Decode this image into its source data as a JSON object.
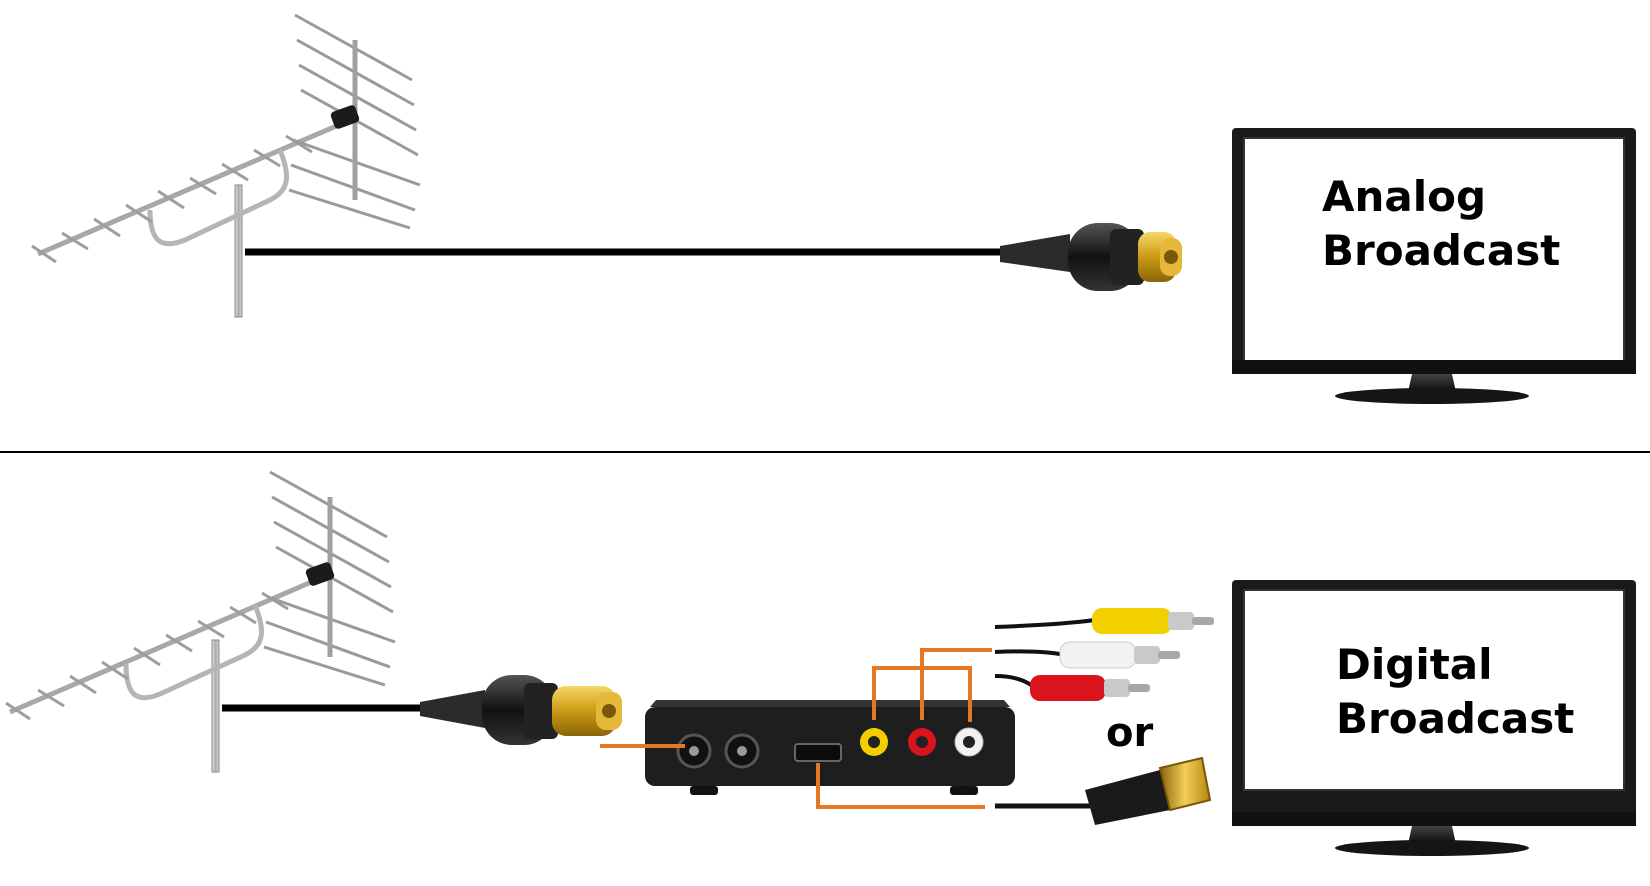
{
  "top_panel": {
    "tv_label_line1": "Analog",
    "tv_label_line2": "Broadcast"
  },
  "bottom_panel": {
    "tv_label_line1": "Digital",
    "tv_label_line2": "Broadcast",
    "connector_choice": "or"
  },
  "colors": {
    "cable": "#000000",
    "wiring": "#e87722",
    "tv_frame": "#1a1a1a",
    "plug_gold": "#d4a017",
    "rca_yellow": "#f2d000",
    "rca_white": "#f2f2f2",
    "rca_red": "#d9141e",
    "antenna_metal": "#b9b9b9"
  }
}
